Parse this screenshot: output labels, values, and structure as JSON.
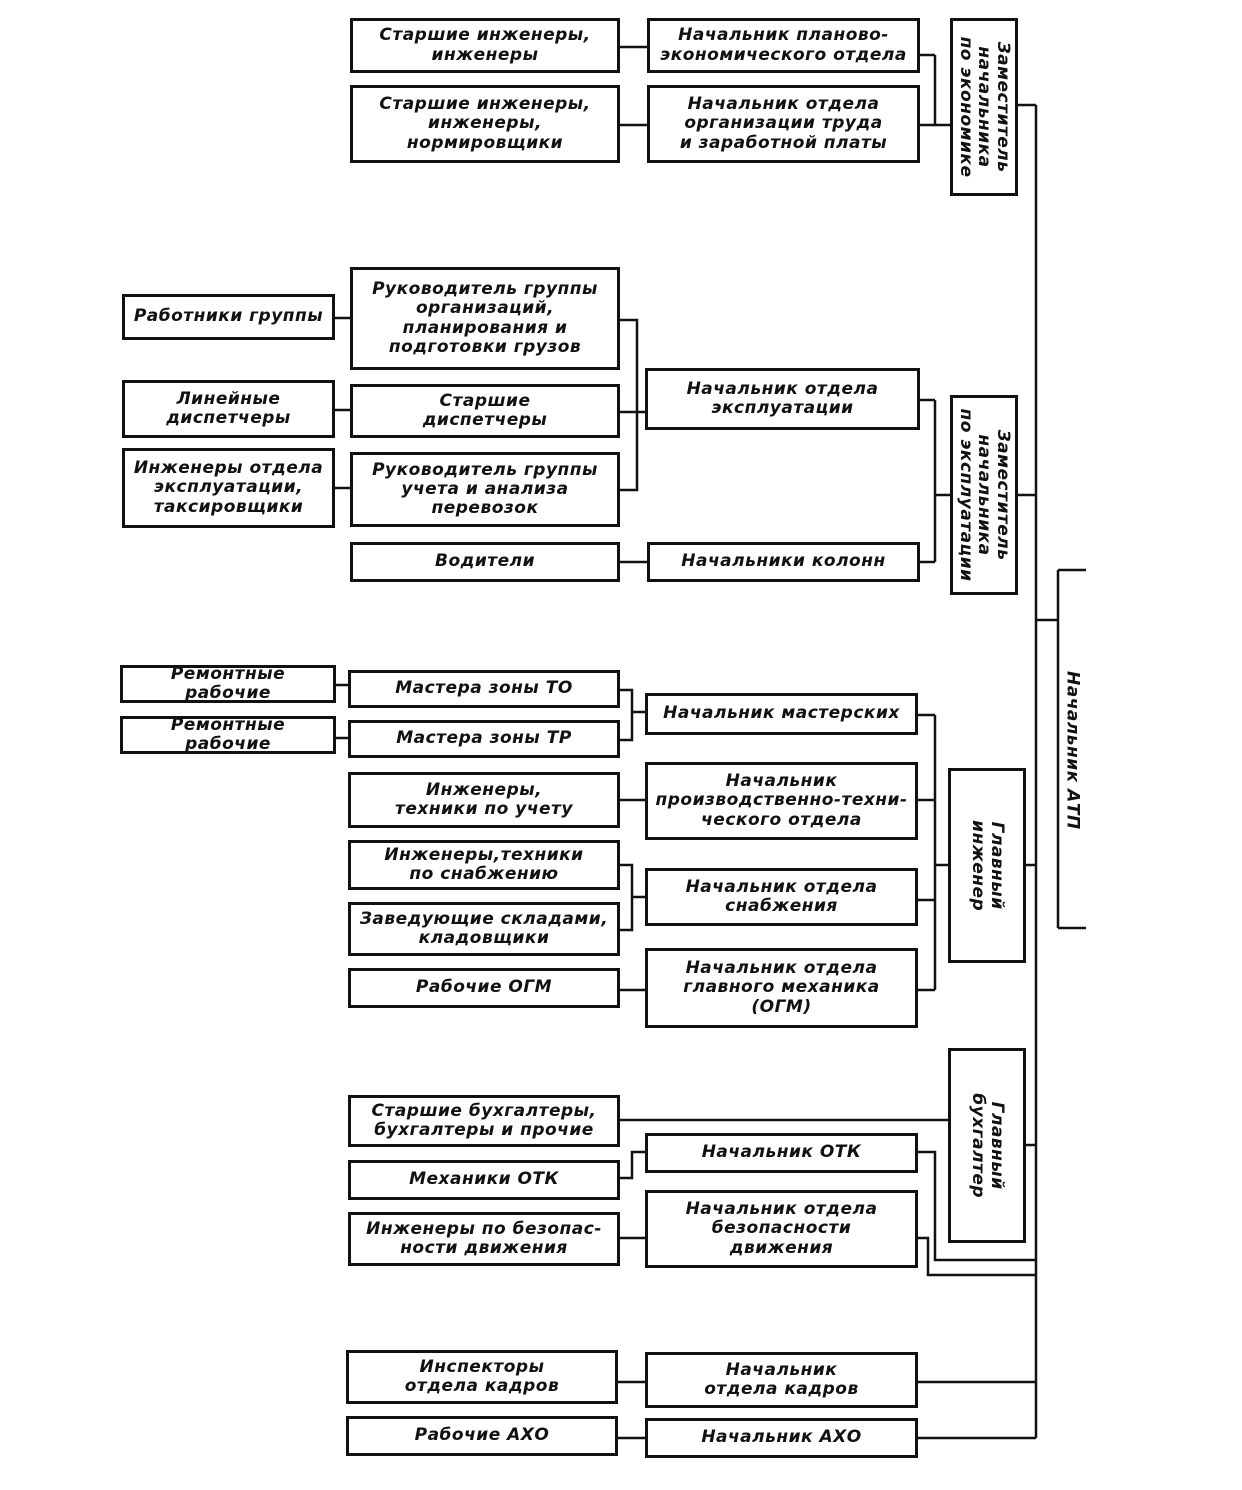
{
  "diagram": {
    "top": {
      "director": "Начальник АТП"
    },
    "deputies": {
      "economics": "Заместитель\nначальника\nпо экономике",
      "operations": "Заместитель\nначальника\nпо эксплуатации",
      "chief_engineer": "Главный\nинженер",
      "chief_accountant": "Главный\nбухгалтер"
    },
    "departments": {
      "planning_economic": "Начальник планово-\nэкономического отдела",
      "labor_wages": "Начальник отдела\nорганизации труда\nи заработной платы",
      "operations_dept": "Начальник отдела\nэксплуатации",
      "column_heads": "Начальники колонн",
      "workshops": "Начальник мастерских",
      "production_technical": "Начальник\nпроизводственно-техни-\nческого отдела",
      "supply": "Начальник отдела\nснабжения",
      "chief_mechanic": "Начальник отдела\nглавного механика\n(ОГМ)",
      "otk": "Начальник ОТК",
      "traffic_safety": "Начальник отдела\nбезопасности\nдвижения",
      "personnel": "Начальник\nотдела кадров",
      "axo": "Начальник АХО"
    },
    "staff": {
      "senior_engineers_1": "Старшие инженеры,\nинженеры",
      "senior_engineers_2": "Старшие инженеры,\nинженеры,\nнормировщики",
      "group_head_org": "Руководитель группы\nорганизаций,\nпланирования и\nподготовки грузов",
      "senior_dispatchers": "Старшие\nдиспетчеры",
      "group_head_account": "Руководитель группы\nучета и анализа\nперевозок",
      "drivers": "Водители",
      "masters_to": "Мастера зоны ТО",
      "masters_tr": "Мастера зоны ТР",
      "engineers_accounting": "Инженеры,\nтехники по учету",
      "engineers_supply": "Инженеры,техники\nпо снабжению",
      "warehouse_managers": "Заведующие складами,\nкладовщики",
      "ogm_workers": "Рабочие ОГМ",
      "senior_accountants": "Старшие бухгалтеры,\nбухгалтеры и прочие",
      "otk_mechanics": "Механики ОТК",
      "safety_engineers": "Инженеры по безопас-\nности движения",
      "personnel_inspectors": "Инспекторы\nотдела кадров",
      "axo_workers": "Рабочие АХО"
    },
    "workers": {
      "group_workers": "Работники группы",
      "line_dispatchers": "Линейные\nдиспетчеры",
      "operations_engineers": "Инженеры отдела\nэксплуатации,\nтаксировщики",
      "repair_workers_1": "Ремонтные рабочие",
      "repair_workers_2": "Ремонтные рабочие"
    }
  }
}
